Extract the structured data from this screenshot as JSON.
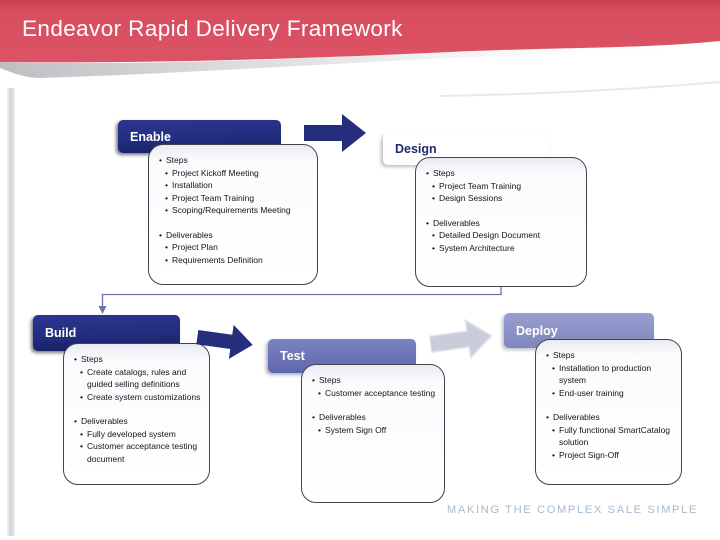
{
  "slide": {
    "title": "Endeavor Rapid Delivery Framework",
    "tagline": "MAKING THE COMPLEX SALE SIMPLE"
  },
  "labels": {
    "steps": "Steps",
    "deliverables": "Deliverables"
  },
  "phases": [
    {
      "name": "Enable",
      "steps": [
        "Project Kickoff Meeting",
        "Installation",
        "Project Team Training",
        "Scoping/Requirements Meeting"
      ],
      "deliverables": [
        "Project Plan",
        "Requirements Definition"
      ]
    },
    {
      "name": "Design",
      "steps": [
        "Project Team Training",
        "Design Sessions"
      ],
      "deliverables": [
        "Detailed Design Document",
        "System Architecture"
      ]
    },
    {
      "name": "Build",
      "steps": [
        "Create catalogs, rules and guided selling definitions",
        "Create system customizations"
      ],
      "deliverables": [
        "Fully developed system",
        "Customer acceptance testing document"
      ]
    },
    {
      "name": "Test",
      "steps": [
        "Customer acceptance testing"
      ],
      "deliverables": [
        "System Sign Off"
      ]
    },
    {
      "name": "Deploy",
      "steps": [
        "Installation to production system",
        "End-user training"
      ],
      "deliverables": [
        "Fully functional SmartCatalog solution",
        "Project Sign-Off"
      ]
    }
  ],
  "colors": {
    "banner_red": "#d84e60",
    "navy": "#232d7d",
    "design_header": "#8b8fb0",
    "test_header": "#6a72b8",
    "deploy_header": "#8a91c4",
    "gray_arrow": "#c9cdd9",
    "connector": "#6e73ad",
    "tagline_text": "#a6bacf"
  }
}
